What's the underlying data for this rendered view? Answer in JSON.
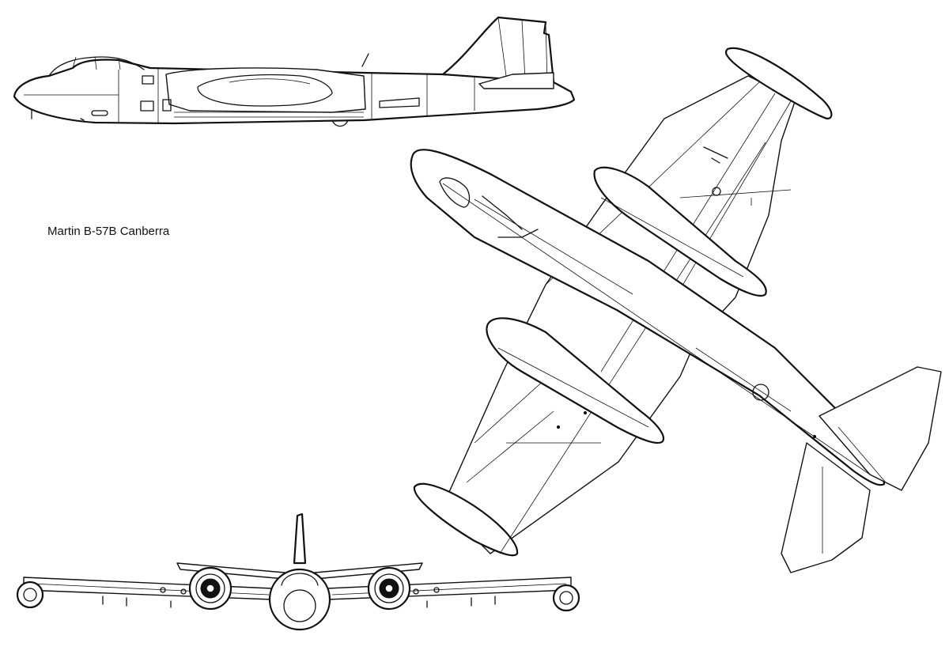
{
  "figure": {
    "caption": "Martin B-57B Canberra"
  },
  "views": [
    {
      "name": "side-view",
      "icon": "aircraft-side-profile"
    },
    {
      "name": "plan-view",
      "icon": "aircraft-top-view"
    },
    {
      "name": "front-view",
      "icon": "aircraft-front-view"
    }
  ]
}
